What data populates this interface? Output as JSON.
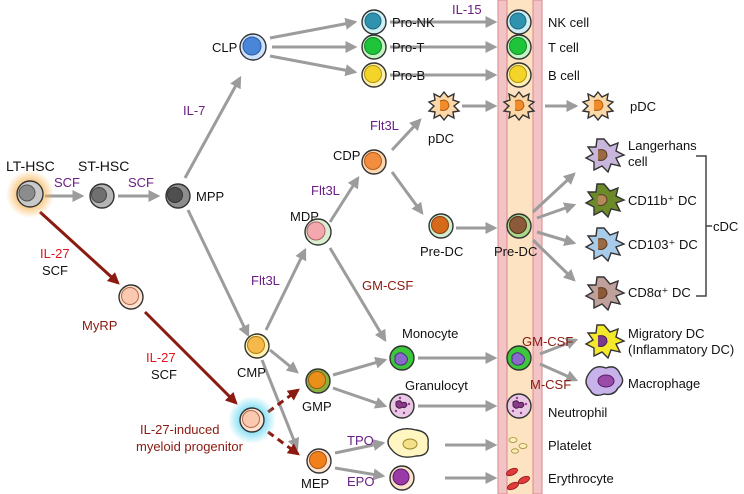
{
  "stem": {
    "lt_hsc": "LT-HSC",
    "st_hsc": "ST-HSC",
    "mpp": "MPP",
    "clp": "CLP",
    "cmp": "CMP",
    "mdp": "MDP",
    "cdp": "CDP",
    "gmp": "GMP",
    "mep": "MEP",
    "myrp": "MyRP",
    "il27_progenitor_line1": "IL-27-induced",
    "il27_progenitor_line2": "myeloid progenitor"
  },
  "precursors": {
    "pro_nk": "Pro-NK",
    "pro_t": "Pro-T",
    "pro_b": "Pro-B",
    "pdc": "pDC",
    "pre_dc": "Pre-DC",
    "pre_dc_vessel": "Pre-DC",
    "monocyte": "Monocyte",
    "granulocyt": "Granulocyt"
  },
  "factors": {
    "scf_1": "SCF",
    "scf_2": "SCF",
    "il7": "IL-7",
    "il15": "IL-15",
    "flt3l_cdp": "Flt3L",
    "flt3l_mdp": "Flt3L",
    "flt3l_cmp": "Flt3L",
    "gm_csf_mono": "GM-CSF",
    "il27_a": "IL-27",
    "scf_a": "SCF",
    "il27_b": "IL-27",
    "scf_b": "SCF",
    "tpo": "TPO",
    "epo": "EPO",
    "gm_csf_tissue": "GM-CSF",
    "m_csf": "M-CSF"
  },
  "mature": {
    "nk_cell": "NK cell",
    "t_cell": "T cell",
    "b_cell": "B cell",
    "pdc": "pDC",
    "langerhans_1": "Langerhans",
    "langerhans_2": "cell",
    "cd11b": "CD11b⁺ DC",
    "cd103": "CD103⁺ DC",
    "cd8a": "CD8α⁺ DC",
    "cdc_group": "cDC",
    "migratory_1": "Migratory DC",
    "migratory_2": "(Inflammatory DC)",
    "macrophage": "Macrophage",
    "neutrophil": "Neutrophil",
    "platelet": "Platelet",
    "erythrocyte": "Erythrocyte"
  },
  "colors": {
    "hsc_glow": "#f7b04a",
    "il27_glow": "#5fd6f2",
    "vessel_fill": "#fde3c2",
    "vessel_wall": "#e8a2a6",
    "gray_arrow": "#9c9c9c",
    "red_arrow": "#8b1a10",
    "purple_label": "#6a1e86",
    "red_label": "#e0141c"
  }
}
